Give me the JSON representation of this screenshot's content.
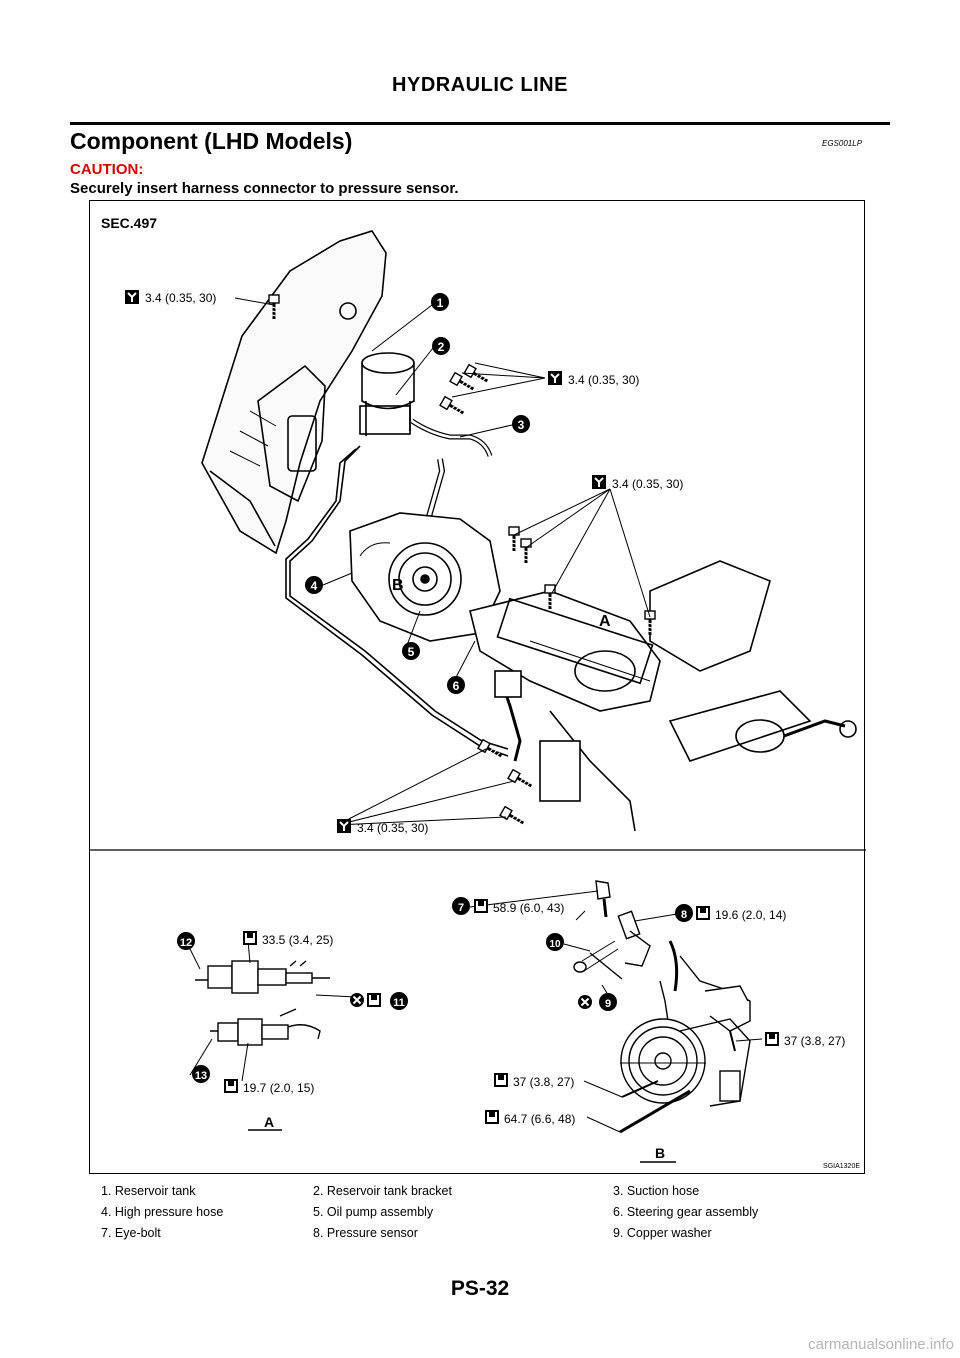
{
  "header": {
    "title": "HYDRAULIC LINE"
  },
  "section": {
    "title": "Component (LHD Models)",
    "code": "EGS001LP"
  },
  "caution": {
    "label": "CAUTION:",
    "text": "Securely insert harness connector to pressure sensor."
  },
  "figure": {
    "section_ref": "SEC.497",
    "top_torques": {
      "t1": "3.4 (0.35, 30)",
      "t2": "3.4 (0.35, 30)",
      "t3": "3.4 (0.35, 30)",
      "t4": "3.4 (0.35, 30)"
    },
    "callouts": [
      "1",
      "2",
      "3",
      "4",
      "5",
      "6"
    ],
    "view_labels": {
      "b": "B",
      "a": "A"
    },
    "detail_a": {
      "label": "A",
      "c12": "12",
      "c13": "13",
      "c11": "11",
      "t12": "33.5 (3.4, 25)",
      "t13": "19.7 (2.0, 15)"
    },
    "detail_b": {
      "label": "B",
      "c7": "7",
      "c8": "8",
      "c9": "9",
      "c10": "10",
      "t7": "58.9 (6.0, 43)",
      "t8": "19.6 (2.0, 14)",
      "t_bracket": "37 (3.8, 27)",
      "t_bolt": "37 (3.8, 27)",
      "t_long": "64.7 (6.6, 48)"
    },
    "figure_code": "SGIA1320E"
  },
  "legend": [
    [
      "1.  Reservoir tank",
      "2.  Reservoir tank bracket",
      "3.  Suction hose"
    ],
    [
      "4.  High pressure hose",
      "5.  Oil pump assembly",
      "6.  Steering gear assembly"
    ],
    [
      "7.  Eye-bolt",
      "8.  Pressure sensor",
      "9.  Copper washer"
    ]
  ],
  "page_number": "PS-32",
  "watermark": "carmanualsonline.info"
}
